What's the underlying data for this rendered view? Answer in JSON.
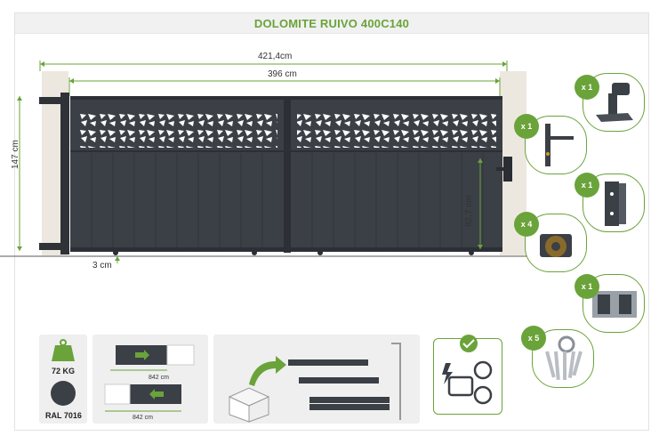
{
  "title": "DOLOMITE RUIVO 400C140",
  "dimensions": {
    "total_width": "421,4cm",
    "passage_width": "396 cm",
    "height": "147 cm",
    "panel_height": "82,7 cm",
    "ground_clearance": "3 cm"
  },
  "accessories": [
    {
      "qty": "x 1",
      "icon": "gate-stop-icon"
    },
    {
      "qty": "x 1",
      "icon": "handle-lock-icon"
    },
    {
      "qty": "x 1",
      "icon": "bracket-icon"
    },
    {
      "qty": "x 4",
      "icon": "wheel-icon"
    },
    {
      "qty": "x 1",
      "icon": "guide-roller-icon"
    },
    {
      "qty": "x 5",
      "icon": "keys-icon"
    }
  ],
  "specs": {
    "weight": "72 KG",
    "color_code": "RAL 7016",
    "track_1": "842 cm",
    "track_2": "842 cm"
  },
  "colors": {
    "accent": "#6aa33a",
    "gate": "#3b3f46",
    "wall": "#ece8e0"
  }
}
